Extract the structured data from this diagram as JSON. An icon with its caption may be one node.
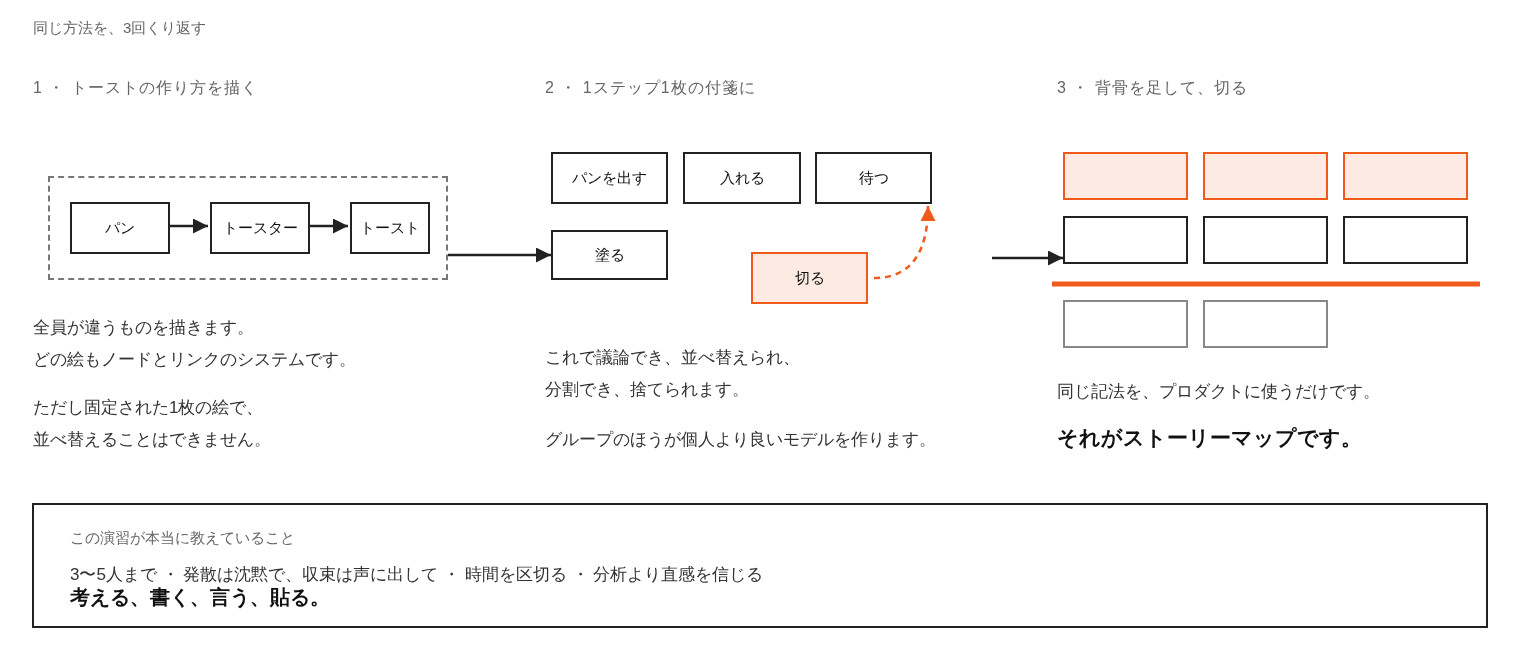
{
  "diagram": {
    "title": "同じ方法を、3回くり返す",
    "nodes": [
      {
        "text": [],
        "shape": "box"
      },
      {
        "text": [
          "パン"
        ],
        "in": 0
      },
      {
        "text": [
          "トースター"
        ],
        "in": 0
      },
      {
        "text": [
          "トースト"
        ],
        "in": 0
      },
      {
        "text": [
          "パンを出す"
        ]
      },
      {
        "text": [
          "入れる"
        ]
      },
      {
        "text": [
          "待つ"
        ]
      },
      {
        "text": [
          "塗る"
        ]
      },
      {
        "text": [
          "切る"
        ]
      },
      {
        "text": [],
        "shape": "box"
      },
      {
        "text": [],
        "shape": "box"
      },
      {
        "text": [],
        "shape": "box"
      },
      {
        "text": [],
        "shape": "box"
      },
      {
        "text": [],
        "shape": "box"
      },
      {
        "text": [],
        "shape": "box"
      },
      {
        "text": [],
        "shape": "box"
      },
      {
        "text": [],
        "shape": "box"
      },
      {
        "text": [
          "この演習が本当に教えていること",
          "3〜5人まで ・ 発散は沈黙で、収束は声に出して ・ 時間を区切る ・ 分析より直感を信じる",
          "考える、書く、言う、貼る。"
        ]
      }
    ],
    "edges": [
      {
        "from": 1,
        "to": 2,
        "arrow": "to"
      },
      {
        "from": 2,
        "to": 3,
        "arrow": "to"
      },
      {
        "from": 0,
        "to": 7,
        "arrow": "to"
      },
      {
        "from": null,
        "to": 12,
        "arrow": "to"
      },
      {
        "from": 8,
        "to": 6,
        "arrow": "to",
        "style": "dashed",
        "color": "#f05a1a"
      }
    ],
    "labels": [
      "1 ・ トーストの作り方を描く",
      "2 ・ 1ステップ1枚の付箋に",
      "3 ・ 背骨を足して、切る",
      "全員が違うものを描きます。どの絵もノードとリンクのシステムです。",
      "ただし固定された1枚の絵で、並べ替えることはできません。",
      "これで議論でき、並べ替えられ、分割でき、捨てられます。",
      "グループのほうが個人より良いモデルを作ります。",
      "同じ記法を、プロダクトに使うだけです。",
      "それがストーリーマップです。"
    ]
  }
}
